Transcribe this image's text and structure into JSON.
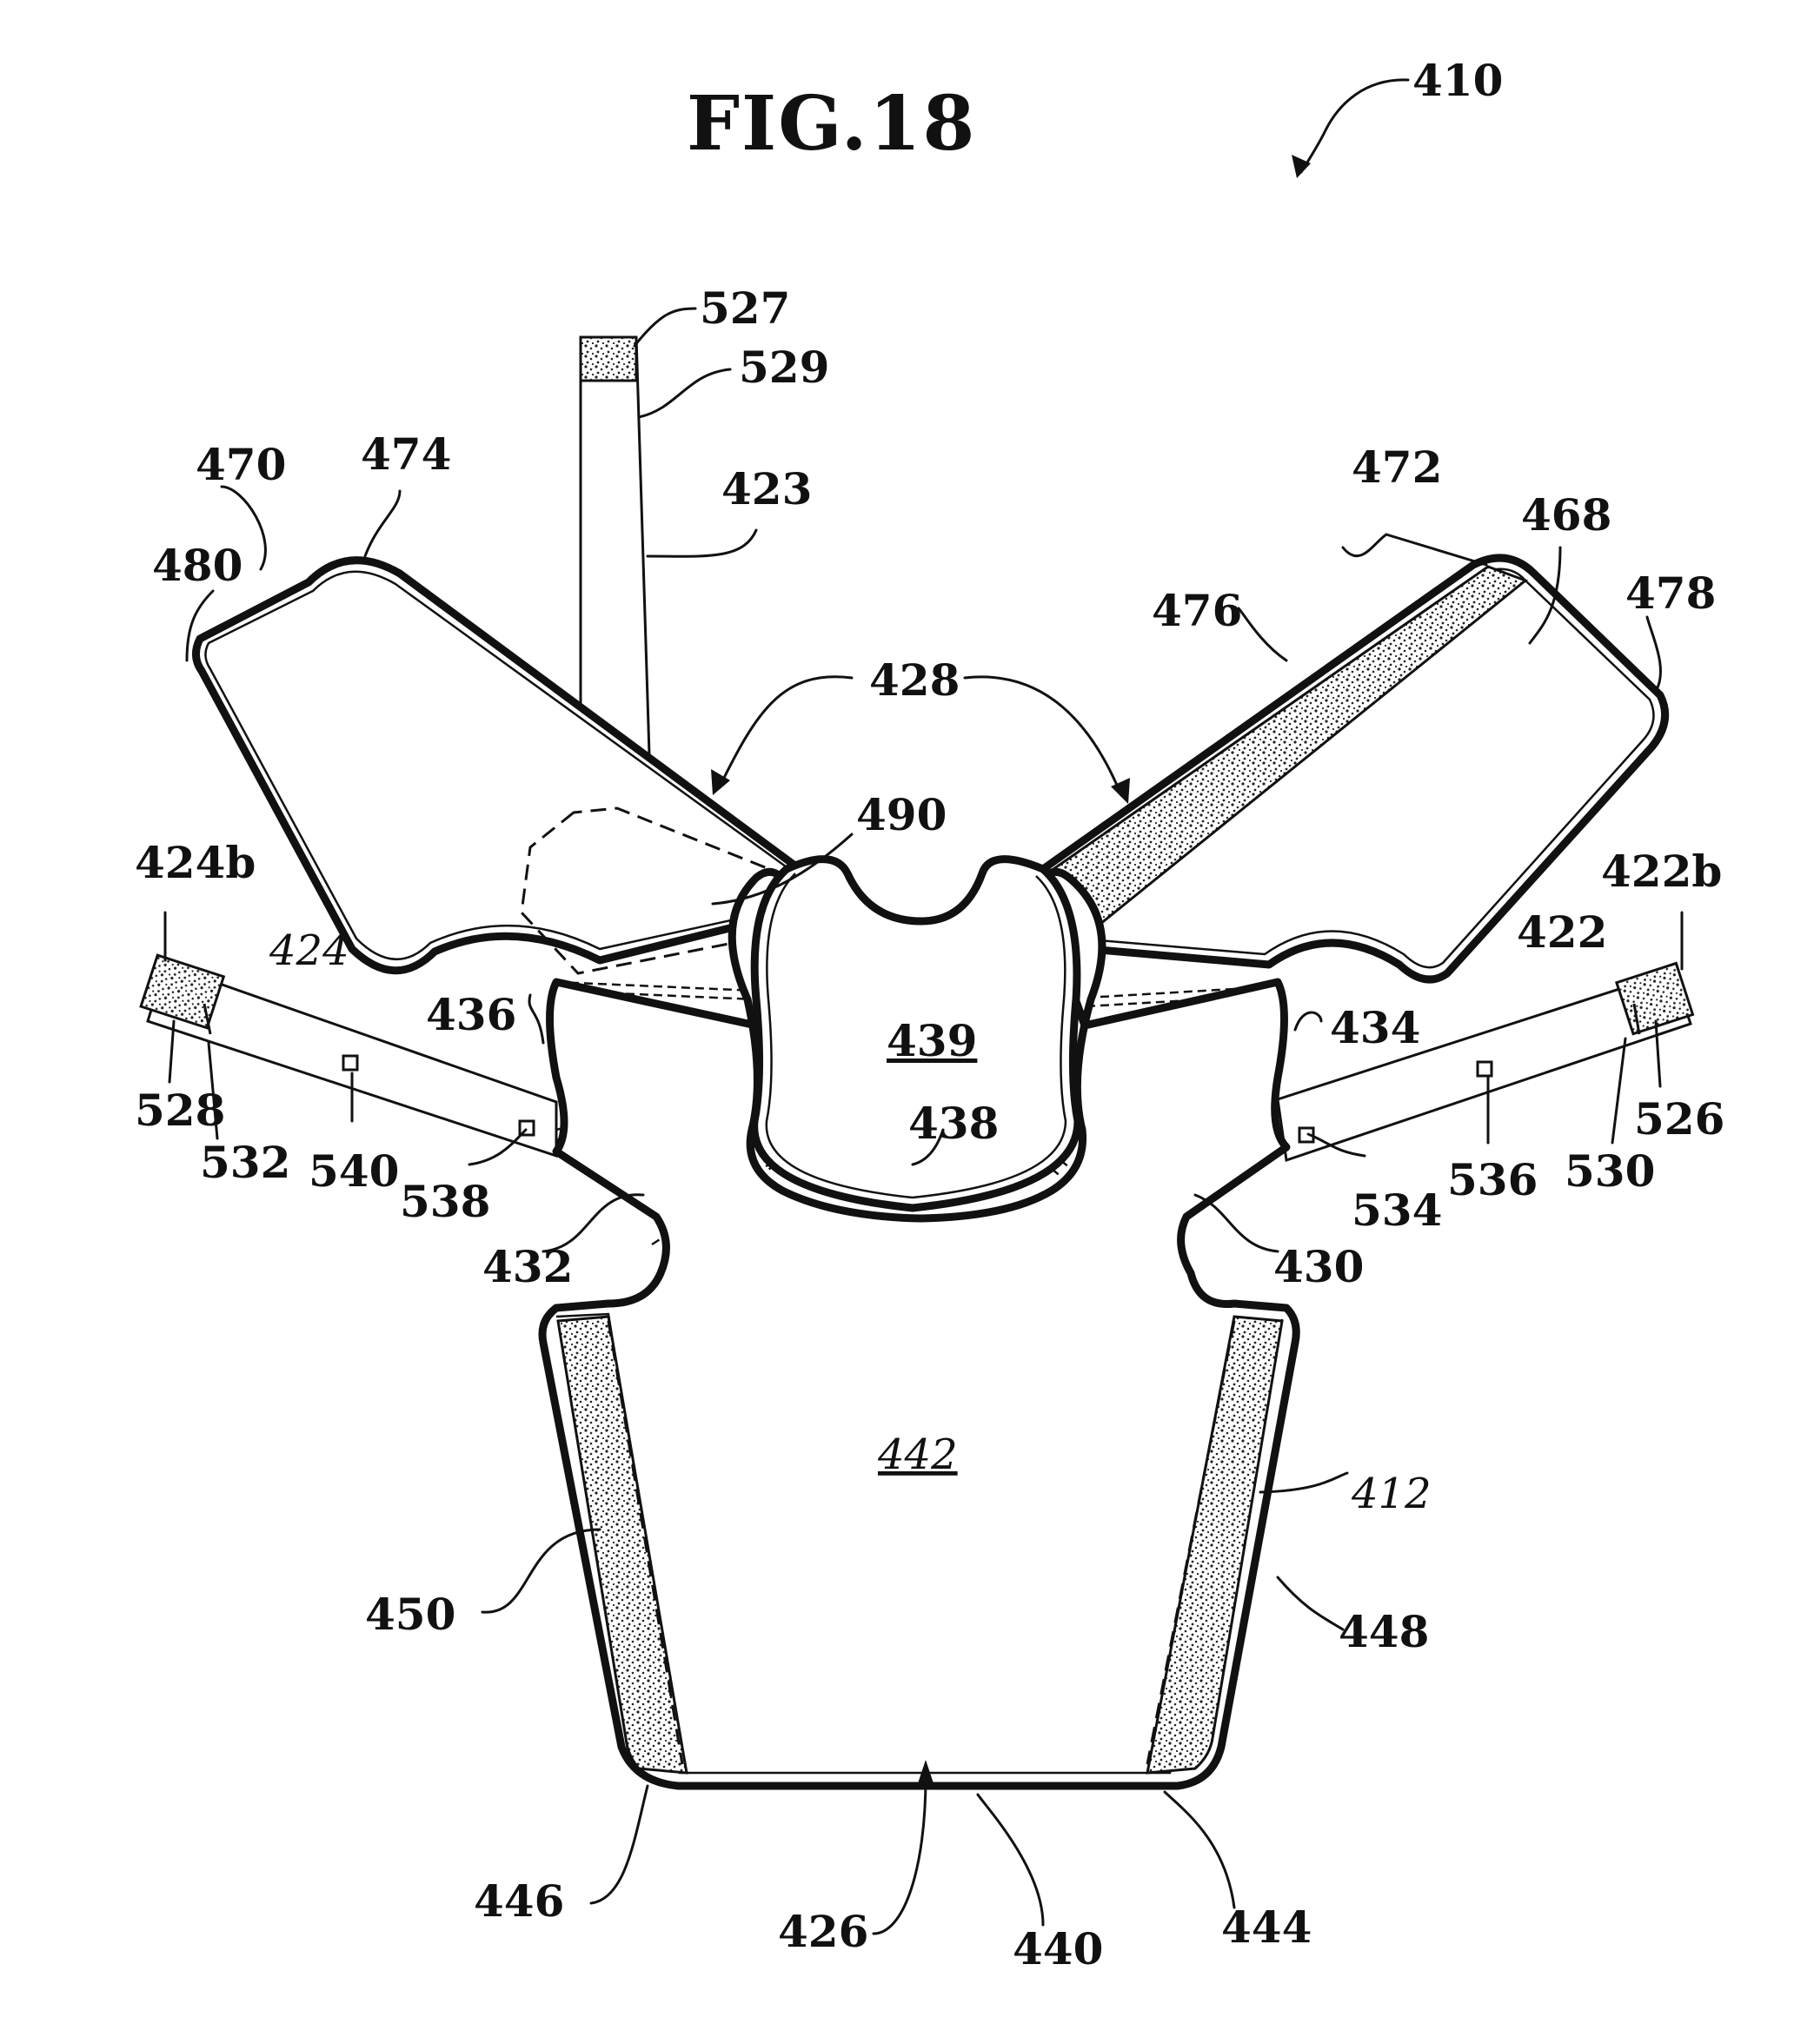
{
  "figure": {
    "title": "FIG.18",
    "reference": "410"
  },
  "labels": {
    "l527": "527",
    "l529": "529",
    "l423": "423",
    "l470": "470",
    "l474": "474",
    "l480": "480",
    "l472": "472",
    "l468": "468",
    "l478": "478",
    "l476": "476",
    "l428": "428",
    "l490": "490",
    "l424b": "424b",
    "l424": "424",
    "l436": "436",
    "l528": "528",
    "l532": "532",
    "l540": "540",
    "l538": "538",
    "l432": "432",
    "l422b": "422b",
    "l422": "422",
    "l434": "434",
    "l526": "526",
    "l530": "530",
    "l536": "536",
    "l534": "534",
    "l430": "430",
    "l439": "439",
    "l438": "438",
    "l442": "442",
    "l412": "412",
    "l450": "450",
    "l448": "448",
    "l446": "446",
    "l444": "444",
    "l426": "426",
    "l440": "440"
  }
}
